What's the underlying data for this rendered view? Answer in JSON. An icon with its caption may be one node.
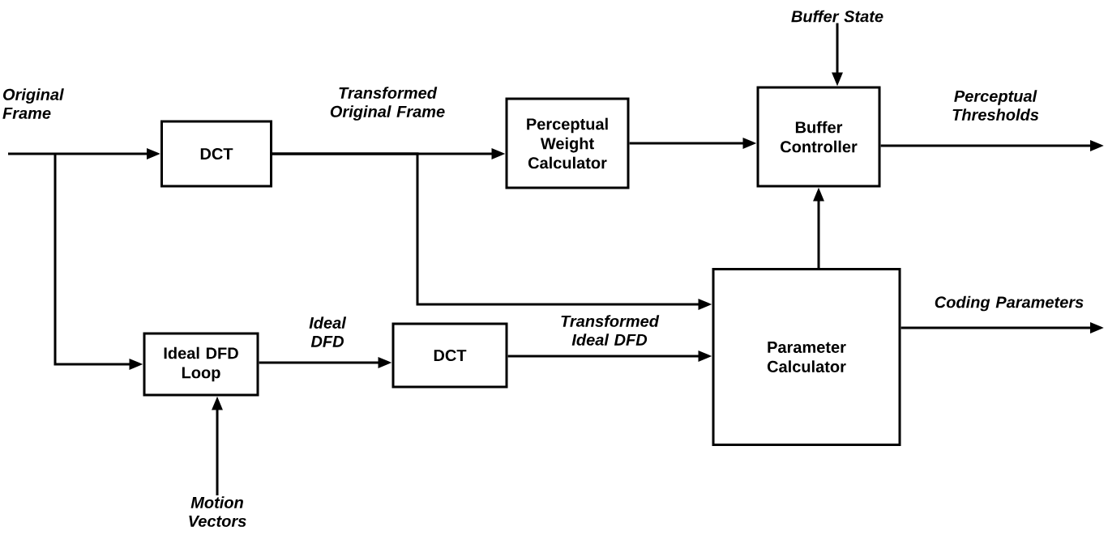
{
  "diagram": {
    "nodes": [
      {
        "text": [
          "DCT"
        ]
      },
      {
        "text": [
          "Perceptual Weight Calculator"
        ]
      },
      {
        "text": [
          "Buffer Controller"
        ]
      },
      {
        "text": [
          "Parameter Calculator"
        ]
      },
      {
        "text": [
          "Ideal DFD Loop"
        ]
      },
      {
        "text": [
          "DCT"
        ]
      },
      {
        "text": [
          "Buffer State"
        ]
      },
      {
        "text": [
          "Motion Vectors"
        ]
      }
    ],
    "edges": [
      {
        "from": null,
        "to": 0,
        "arrow": "to",
        "label": "Original Frame"
      },
      {
        "from": null,
        "to": 4,
        "arrow": "to"
      },
      {
        "from": 0,
        "to": 1,
        "arrow": "to",
        "label": "Transformed Original Frame"
      },
      {
        "from": 0,
        "to": 3,
        "arrow": "to"
      },
      {
        "from": 1,
        "to": 2,
        "arrow": "to"
      },
      {
        "from": 6,
        "to": 2,
        "arrow": "to"
      },
      {
        "from": 3,
        "to": 2,
        "arrow": "to"
      },
      {
        "from": 2,
        "to": null,
        "arrow": "to",
        "label": "Perceptual Thresholds"
      },
      {
        "from": 3,
        "to": null,
        "arrow": "to",
        "label": "Coding Parameters"
      },
      {
        "from": 4,
        "to": 5,
        "arrow": "to",
        "label": "Ideal DFD"
      },
      {
        "from": 5,
        "to": 3,
        "arrow": "to",
        "label": "Transformed Ideal DFD"
      },
      {
        "from": 7,
        "to": 4,
        "arrow": "to"
      }
    ]
  }
}
